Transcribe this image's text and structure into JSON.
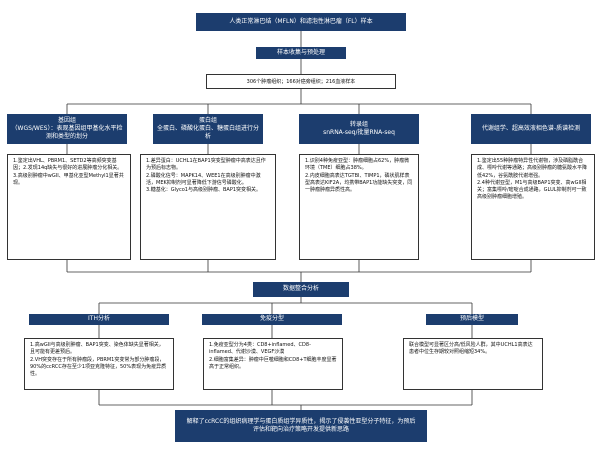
{
  "title": "人类正常淋巴结（MFLN）和滤泡性淋巴瘤（FL）样本",
  "sample_processing": "样本收集与预处理",
  "sample_counts": "306个肿瘤组织；166对癌旁组织；216血液样本",
  "omics": [
    {
      "header": "基因组\n（WGS/WES）：表观基因组甲基化水平检测和类型的划分",
      "findings": "1.鉴定出VHL、PBRM1、SETD2等高频突变基因；2.发现14q缺失与很好的进展肿瘤分化相关。3.高级别肿瘤中wGII、甲基化亚型Methyl1显著共现。"
    },
    {
      "header": "蛋白组\n全蛋白、磷酸化蛋白、糖蛋白组进行分析",
      "findings": "1.差异蛋白：UCHL1在BAP1突变型肿瘤中高表达且作为预后标志物。\n2.磷酸化信号：MAPK14、WEE1在高级别肿瘤中激活，MEK抑制剂可显著降低下游信号磷酸化。\n3.糖基化：Glyco1与高级别肿瘤、BAP1突变相关。"
    },
    {
      "header": "转录组\nsnRNA-seq/批量RNA-seq",
      "findings": "1.识别4种免疫亚型：肿瘤细胞占62%，肿瘤微环境（TME）细胞占38%。\n2.内皮细胞高表达TGTBI、TIMP1，磷状肌样表型高表达KIF2A，均携带BAP1功能缺失突变，同一肿瘤肿瘤异质性高。"
    },
    {
      "header": "代谢组学、超高效液相色谱-质谱检测",
      "findings": "1.鉴定出55种肿瘤特异性代谢物，涉及磷脂酰合成、嘌呤代谢等通路；高级别肿瘤的糖氨酸水平降低42%，谷氨酰胺代谢增强。\n2.4种代谢亚型，M1与高级BAP1突变、高wGII相关；富集嘌呤/嘧啶合成通路，GLUL抑制剂可一致高级别肿瘤细胞增殖。"
    }
  ],
  "integration": "数据整合分析",
  "analyses": [
    {
      "header": "ITH分析",
      "findings": "1.高wGII与高级别肿瘤、BAP1突变、染色体缺失显著相关，且可能有更差预后。\n2.VH突变存在于所有肿瘤段，PBRM1突变常为部分肿瘤段，90%的ccRCC存在至少1项亚克隆特征，50%表现为免疫异质性。"
    },
    {
      "header": "免疫分型",
      "findings": "1.免疫亚型分为4类：CD8+inflamed、CD8-inflamed、代谢沙漠、VEGF沙漠\n2.细胞富集差异：肿瘤中巨噬细胞和CD8+T细胞丰度显著高于正常组织。"
    },
    {
      "header": "预后模型",
      "findings": "联合模型可显著区分高/低风险人群，其中UCHL1高表达患者中位生存期较对照组缩短34%。"
    }
  ],
  "conclusion": "解释了ccRCC的组织病理学与蛋白质组学异质性，揭示了侵袭性亚型分子特征，为预后评估和靶向治疗策略开发提供新思路"
}
